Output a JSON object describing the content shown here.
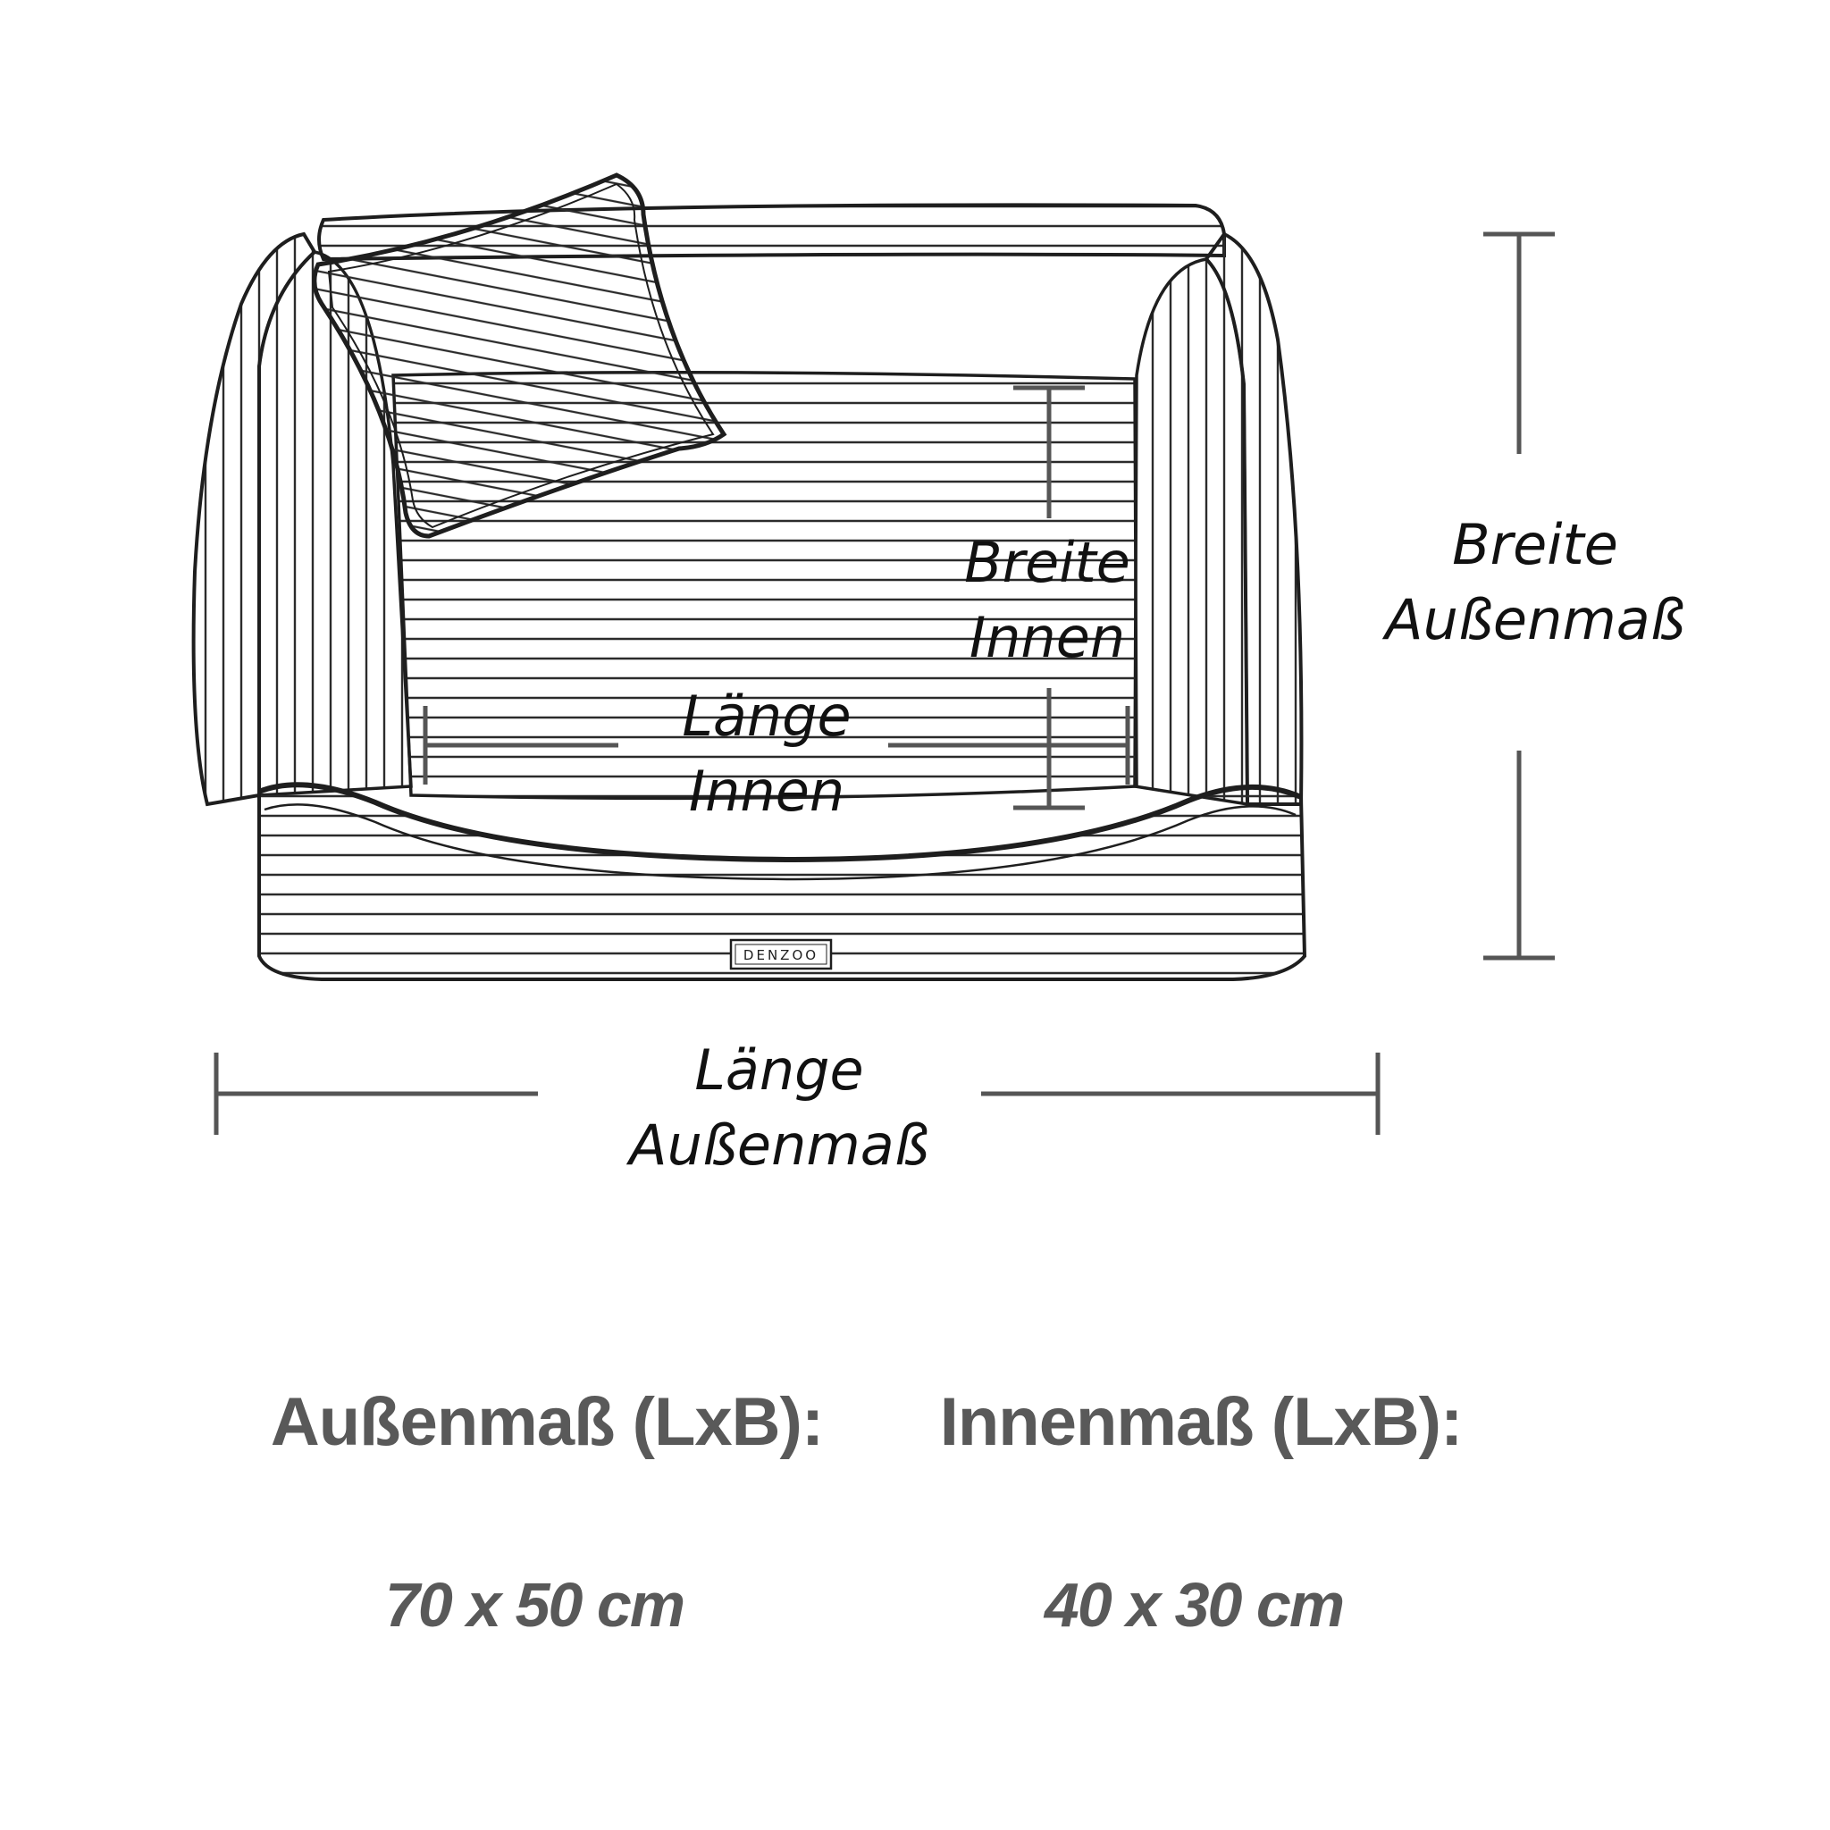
{
  "labels": {
    "inner_width": [
      "Breite",
      "Innen"
    ],
    "inner_length": [
      "Länge",
      "Innen"
    ],
    "outer_width": [
      "Breite",
      "Außenmaß"
    ],
    "outer_length": [
      "Länge",
      "Außenmaß"
    ]
  },
  "brand_tag": "DENZOO",
  "specs": {
    "outer": {
      "heading": "Außenmaß (LxB):",
      "value": "70 x 50 cm"
    },
    "inner": {
      "heading": "Innenmaß (LxB):",
      "value": "40 x 30 cm"
    }
  },
  "colors": {
    "outline": "#1e1e1e",
    "stripe": "#2b2b2b",
    "dimension_line": "#555555",
    "spec_text": "#595959",
    "label_text": "#111111"
  }
}
